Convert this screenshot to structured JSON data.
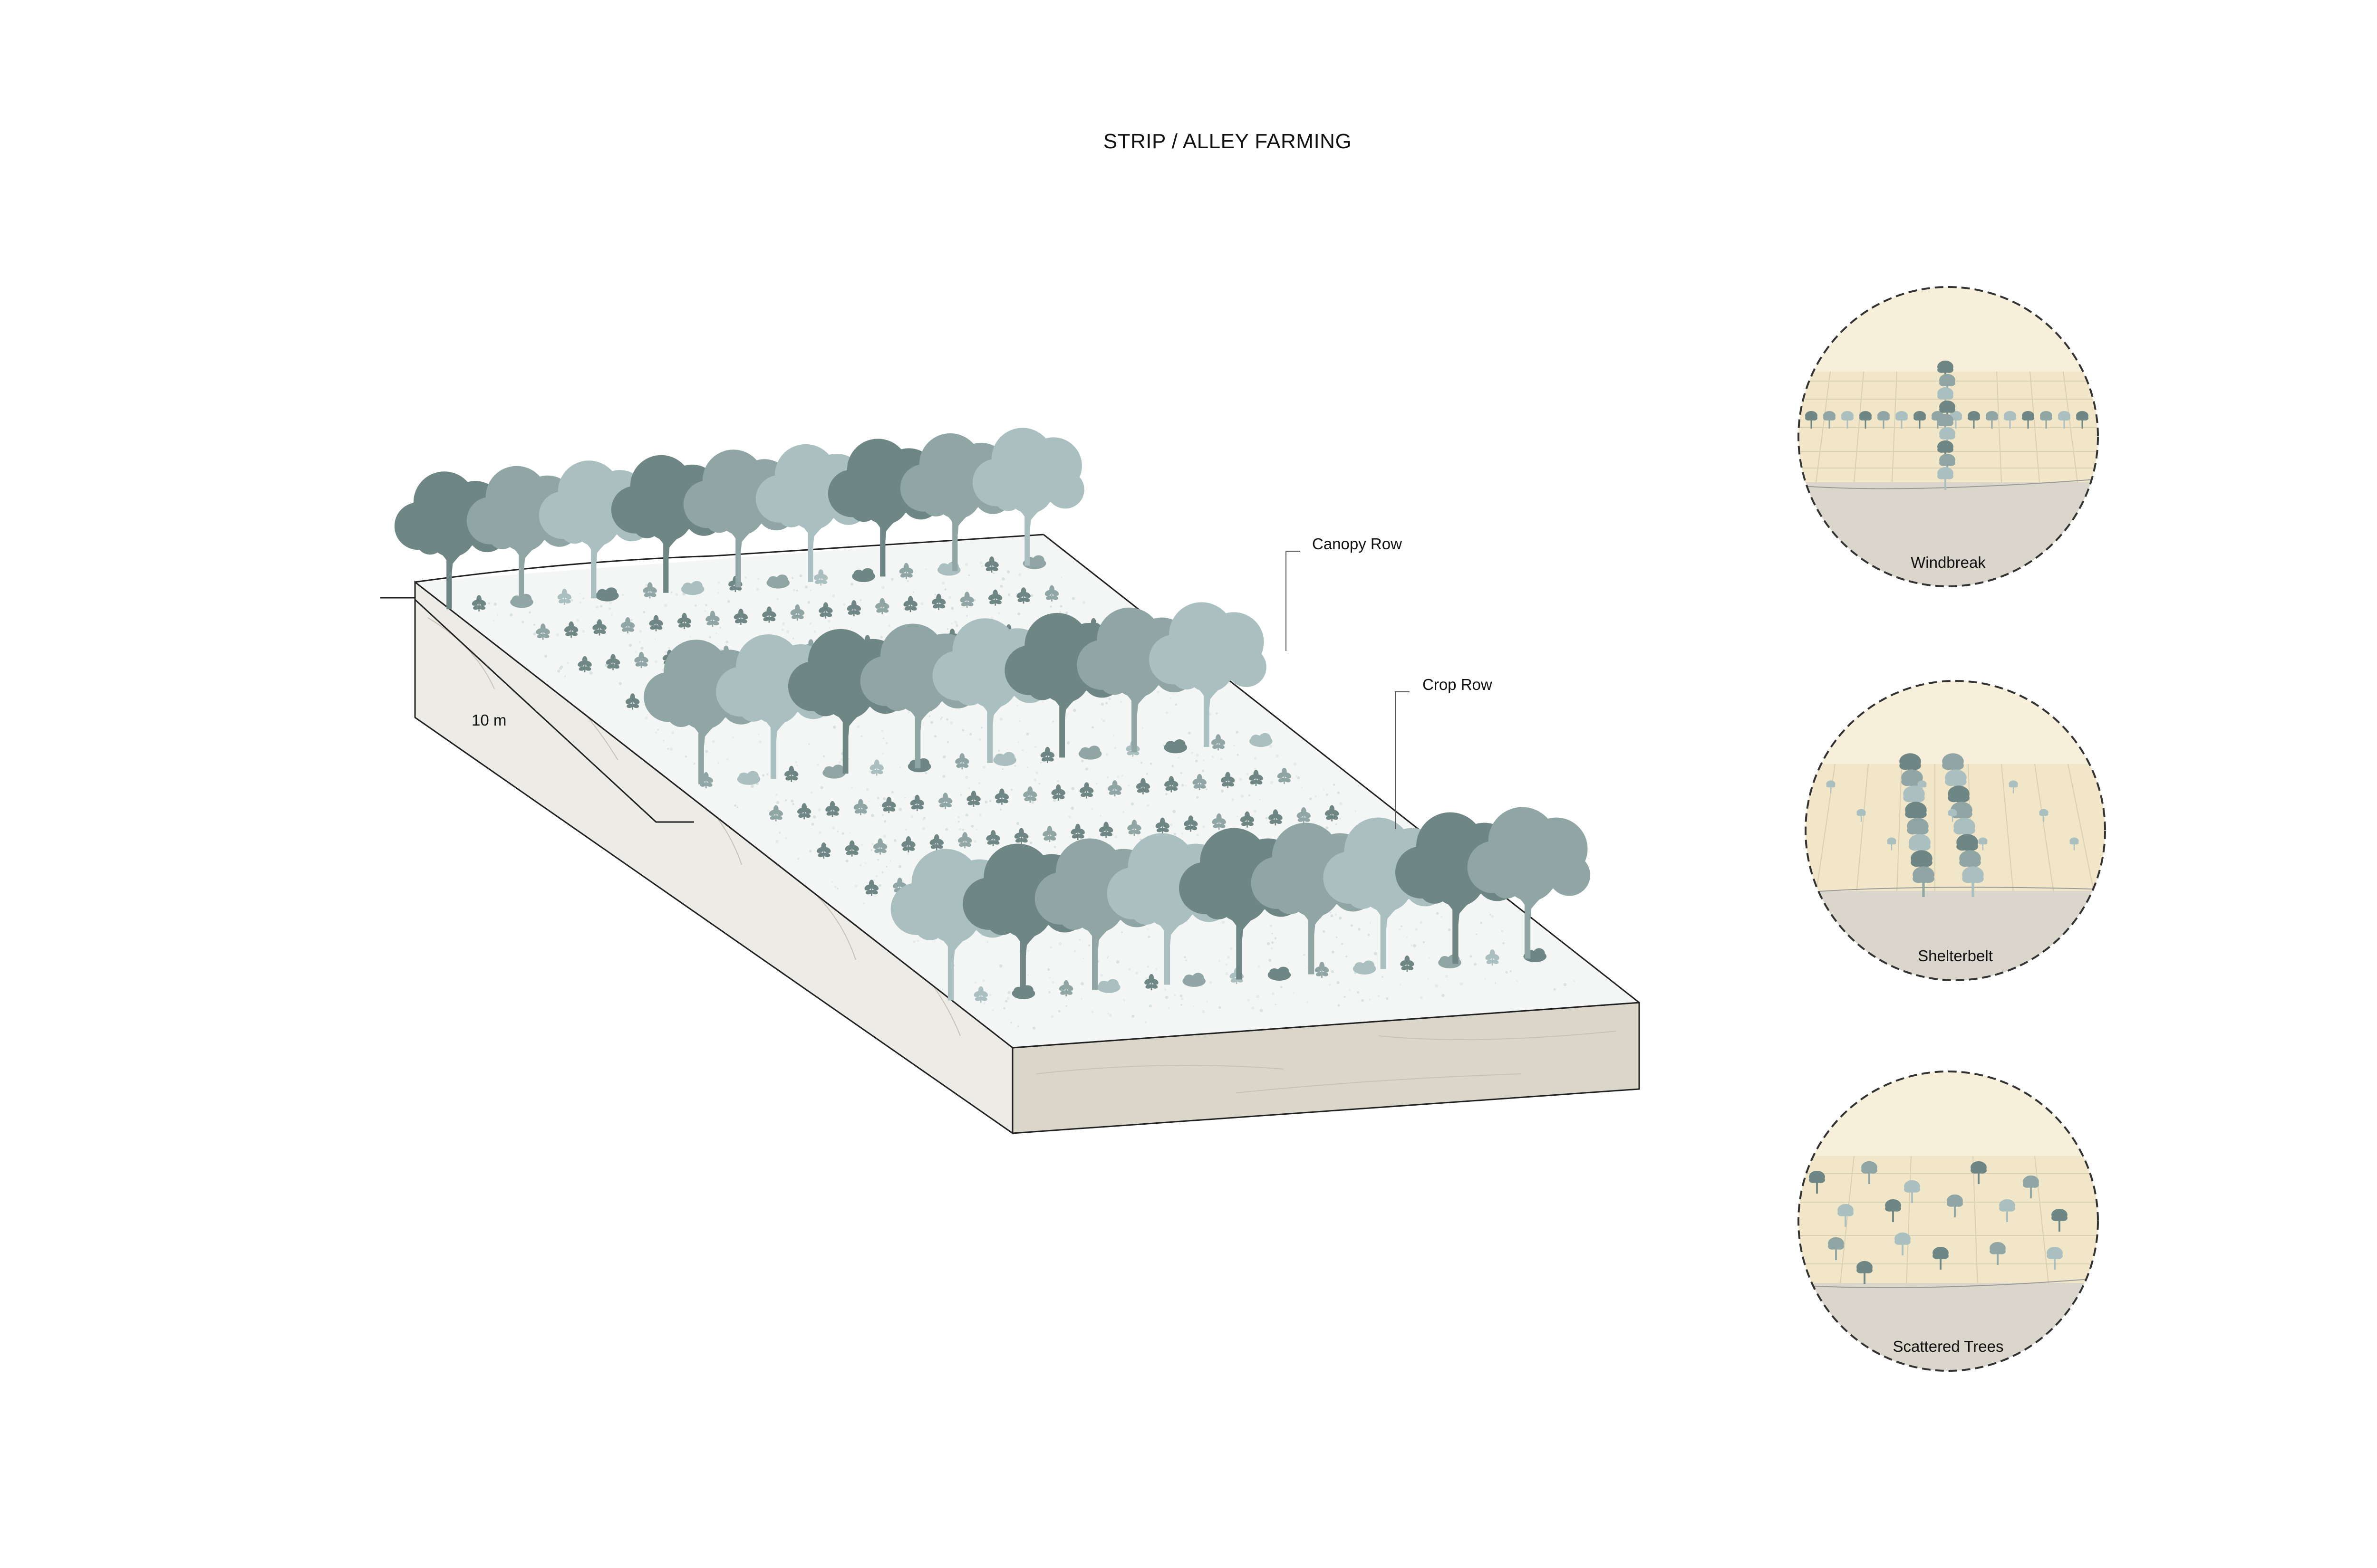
{
  "title": "STRIP / ALLEY FARMING",
  "annotations": {
    "canopy_row": "Canopy Row",
    "crop_row": "Crop Row",
    "scale": "10 m"
  },
  "insets": [
    {
      "caption": "Windbreak",
      "icon": "windbreak-icon"
    },
    {
      "caption": "Shelterbelt",
      "icon": "shelterbelt-icon"
    },
    {
      "caption": "Scattered Trees",
      "icon": "scattered-trees-icon"
    }
  ],
  "colors": {
    "tree_dark": "#6f8784",
    "tree_mid": "#8fa6a4",
    "tree_light": "#aabfbf",
    "ground_top": "#f4f6f5",
    "soil_side": "#ece9e1",
    "soil_front": "#dad6c9",
    "inset_sky": "#f8efd9",
    "inset_field": "#f2e7cc",
    "inset_soil": "#dad6cb"
  }
}
